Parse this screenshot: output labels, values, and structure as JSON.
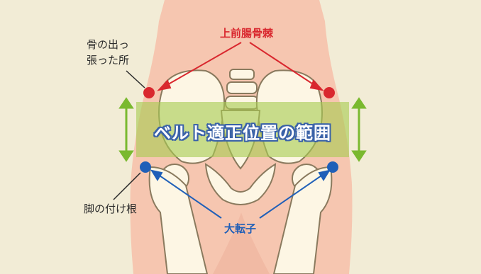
{
  "labels": {
    "asis": "上前腸骨棘",
    "hip_bone_line1": "骨の出っ",
    "hip_bone_line2": "張った所",
    "band": "ベルト適正位置の範囲",
    "leg_base": "脚の付け根",
    "trochanter": "大転子"
  },
  "colors": {
    "background": "#f2ecd6",
    "skin": "#f6c6b0",
    "bone_fill": "#fdf6e4",
    "bone_stroke": "#8a7a5e",
    "band": "#a8cc52",
    "arrow_green": "#7ab92f",
    "marker_red": "#d9272e",
    "marker_blue": "#1f5fb8"
  }
}
